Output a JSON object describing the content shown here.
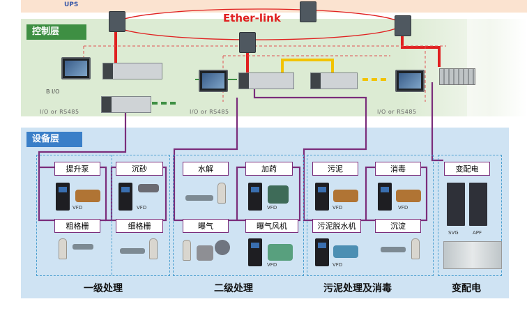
{
  "top": {
    "ups_label": "UPS"
  },
  "network": {
    "ether_label": "Ether-link"
  },
  "layers": {
    "control": "控制层",
    "equipment": "设备层"
  },
  "control_labels": {
    "b_io": "B I/O",
    "io_rs485_1": "I/O or RS485",
    "io_rs485_2": "I/O or RS485",
    "io_rs485_3": "I/O or RS485"
  },
  "equipment": {
    "tisheng": "提升泵",
    "chensha": "沉砂",
    "shuijie": "水解",
    "jiayao": "加药",
    "wuni": "污泥",
    "xiaodu": "消毒",
    "biandianpei": "变配电",
    "cugeshan": "粗格栅",
    "xigeshan": "细格栅",
    "puqi": "曝气",
    "puqifengji": "曝气风机",
    "wunituoshuiji": "污泥脱水机",
    "chendian": "沉淀"
  },
  "device_labels": {
    "vfd": "VFD",
    "svg": "SVG",
    "apf": "APF"
  },
  "categories": {
    "primary": "一级处理",
    "secondary": "二级处理",
    "sludge": "污泥处理及消毒",
    "power": "变配电"
  },
  "colors": {
    "ethernet": "#e02020",
    "fieldbus": "#7b2d7b",
    "io_link": "#f2c300",
    "io_dash": "#3e8f43",
    "control_bg": "#dcebd3",
    "equipment_bg": "#cfe3f3"
  }
}
